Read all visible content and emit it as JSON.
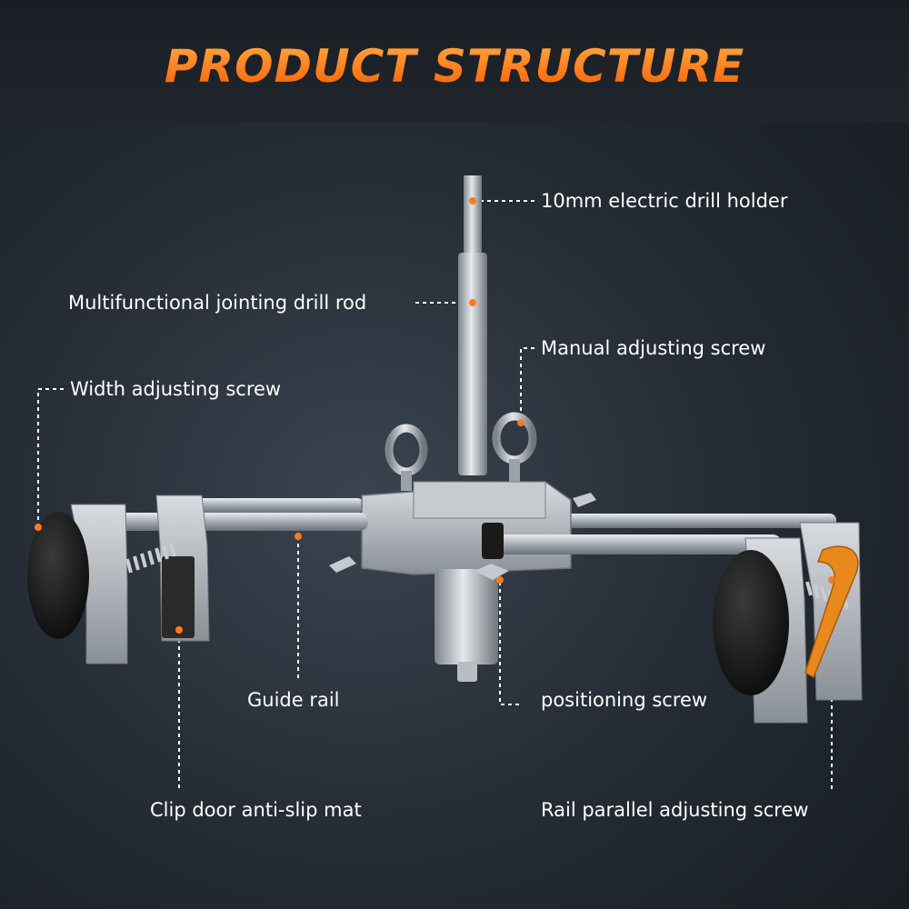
{
  "title": "PRODUCT STRUCTURE",
  "labels": {
    "drill_holder": "10mm electric drill holder",
    "drill_rod": "Multifunctional jointing drill rod",
    "manual_screw": "Manual adjusting screw",
    "width_screw": "Width adjusting screw",
    "guide_rail": "Guide rail",
    "positioning_screw": "positioning screw",
    "anti_slip_mat": "Clip door anti-slip mat",
    "rail_parallel_screw": "Rail parallel adjusting screw"
  },
  "colors": {
    "accent": "#ff7a1a",
    "metal": "#b9bfc6",
    "knob": "#151515",
    "text": "#ffffff"
  }
}
